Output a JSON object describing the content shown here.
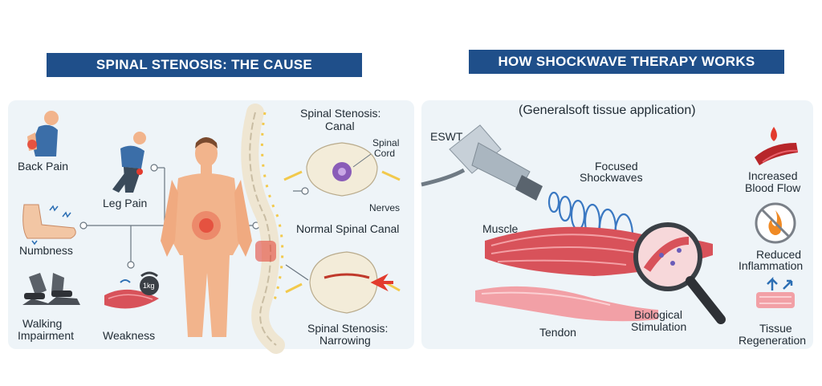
{
  "left_panel": {
    "title": "SPINAL STENOSIS: THE CAUSE",
    "symptoms": {
      "back_pain": "Back Pain",
      "leg_pain": "Leg Pain",
      "numbness": "Numbness",
      "walking_impairment_1": "Walking",
      "walking_impairment_2": "Impairment",
      "weakness": "Weakness"
    },
    "weight_label": "1kg",
    "canal_title_1": "Spinal Stenosis:",
    "canal_title_2": "Canal",
    "spinal_cord_1": "Spinal",
    "spinal_cord_2": "Cord",
    "nerves": "Nerves",
    "normal_canal": "Normal Spinal Canal",
    "narrowing_1": "Spinal Stenosis:",
    "narrowing_2": "Narrowing"
  },
  "right_panel": {
    "title": "HOW SHOCKWAVE THERAPY WORKS",
    "subtitle": "(Generalsoft tissue application)",
    "eswt": "ESWT",
    "focused_1": "Focused",
    "focused_2": "Shockwaves",
    "muscle": "Muscle",
    "tendon": "Tendon",
    "bio_1": "Biological",
    "bio_2": "Stimulation",
    "blood_1": "Increased",
    "blood_2": "Blood Flow",
    "inflam_1": "Reduced",
    "inflam_2": "Inflammation",
    "regen_1": "Tissue",
    "regen_2": "Regeneration"
  },
  "colors": {
    "banner": "#1f4f8a",
    "panel": "#eef4f8",
    "pain_red": "#e23b2e",
    "muscle": "#d8525a",
    "skin": "#f2b48c"
  }
}
